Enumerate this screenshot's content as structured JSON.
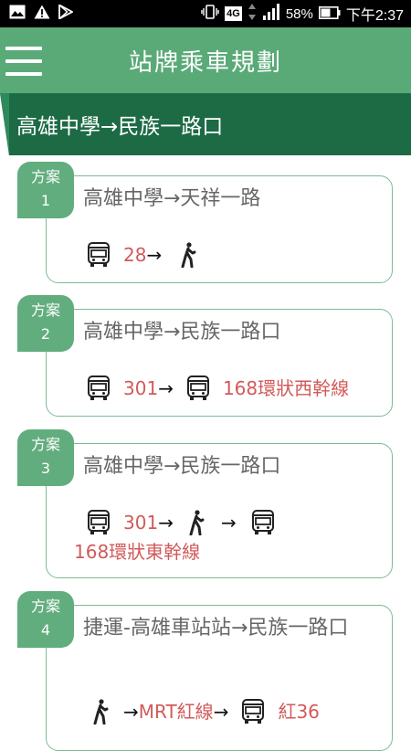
{
  "status_bar": {
    "battery_percent": "58%",
    "time": "下午2:37",
    "network": "4G"
  },
  "app_bar": {
    "title": "站牌乘車規劃"
  },
  "route_banner": {
    "text": "高雄中學→民族一路口"
  },
  "colors": {
    "app_bar": "#5aaa78",
    "banner": "#1d6b45",
    "tab": "#62ad7e",
    "route_number": "#d25a5a"
  },
  "plans": [
    {
      "tab_label": "方案",
      "tab_number": "1",
      "route": "高雄中學→天祥一路",
      "steps": {
        "bus1": "28",
        "arrow1": "→"
      }
    },
    {
      "tab_label": "方案",
      "tab_number": "2",
      "route": "高雄中學→民族一路口",
      "steps": {
        "bus1": "301",
        "arrow1": "→",
        "bus2": "168環狀西幹線"
      }
    },
    {
      "tab_label": "方案",
      "tab_number": "3",
      "route": "高雄中學→民族一路口",
      "steps": {
        "bus1": "301",
        "arrow1": "→",
        "arrow2": "→",
        "bus2": "168環狀東幹線"
      }
    },
    {
      "tab_label": "方案",
      "tab_number": "4",
      "route": "捷運-高雄車站站→民族一路口",
      "steps": {
        "arrow1": "→",
        "mrt": "MRT紅線",
        "arrow2": "→",
        "bus1": "紅36"
      }
    }
  ]
}
